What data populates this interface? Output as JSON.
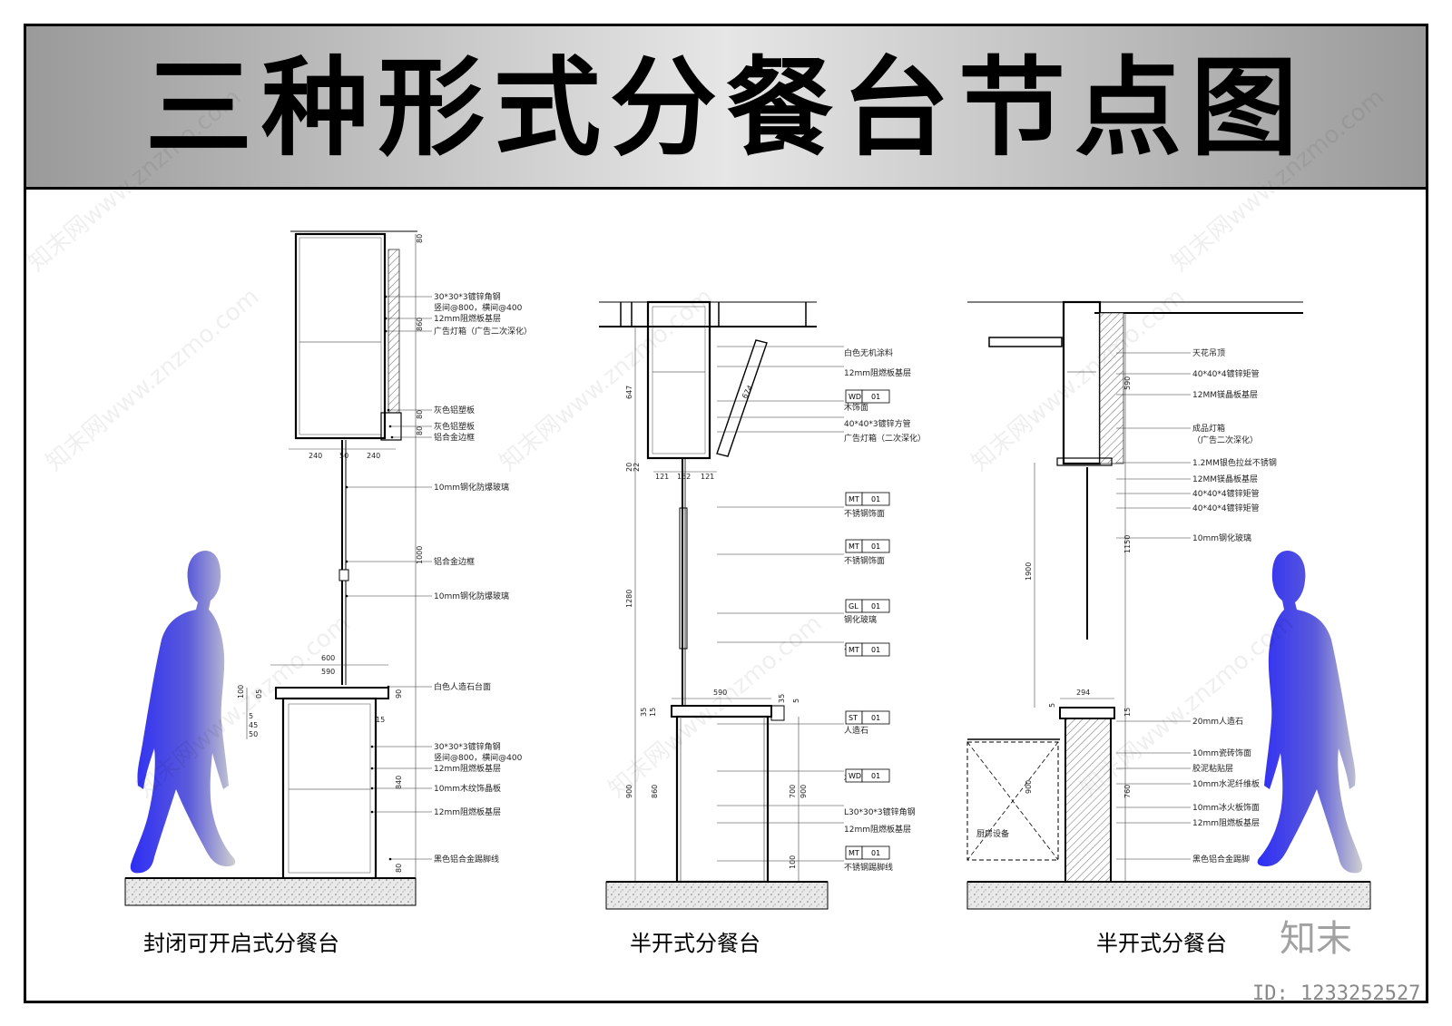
{
  "title": "三种形式分餐台节点图",
  "captions": {
    "left": "封闭可开启式分餐台",
    "middle": "半开式分餐台",
    "right": "半开式分餐台"
  },
  "left_callouts": [
    "30*30*3镀锌角钢",
    "竖间@800，横间@400",
    "12mm阻燃板基层",
    "广告灯箱（广告二次深化）",
    "灰色铝塑板",
    "灰色铝塑板",
    "铝合金边框",
    "10mm钢化防爆玻璃",
    "铝合金边框",
    "10mm钢化防爆玻璃",
    "白色人造石台面",
    "30*30*3镀锌角钢",
    "竖间@800，横间@400",
    "12mm阻燃板基层",
    "10mm木纹饰晶板",
    "12mm阻燃板基层",
    "黑色铝合金踢脚线"
  ],
  "left_dims": [
    "80",
    "860",
    "80",
    "80",
    "240",
    "50",
    "240",
    "1000",
    "600",
    "590",
    "100",
    "05",
    "5",
    "45",
    "50",
    "90",
    "15",
    "840",
    "80"
  ],
  "middle_callouts": [
    "白色无机涂料",
    "12mm阻燃板基层",
    "木饰面",
    "40*40*3镀锌方管",
    "广告灯箱（二次深化）",
    "不锈钢饰面",
    "不锈钢饰面",
    "钢化玻璃",
    "不锈钢饰面",
    "人造石",
    "木饰面",
    "L30*30*3镀锌角钢",
    "12mm阻燃板基层",
    "不锈钢踢脚线"
  ],
  "middle_tags": [
    {
      "code": "WD",
      "num": "01"
    },
    {
      "code": "MT",
      "num": "01"
    },
    {
      "code": "MT",
      "num": "01"
    },
    {
      "code": "GL",
      "num": "01"
    },
    {
      "code": "MT",
      "num": "01"
    },
    {
      "code": "ST",
      "num": "01"
    },
    {
      "code": "WD",
      "num": "01"
    },
    {
      "code": "MT",
      "num": "01"
    }
  ],
  "middle_dims": [
    "647",
    "674",
    "20",
    "22",
    "121",
    "152",
    "121",
    "1280",
    "590",
    "35",
    "15",
    "900",
    "860",
    "700",
    "900",
    "100",
    "35",
    "5"
  ],
  "right_callouts": [
    "天花吊顶",
    "40*40*4镀锌矩管",
    "12MM镁晶板基层",
    "成品灯箱",
    "（广告二次深化）",
    "1.2MM银色拉丝不锈钢",
    "12MM镁晶板基层",
    "40*40*4镀锌矩管",
    "40*40*4镀锌矩管",
    "10mm钢化玻璃",
    "20mm人造石",
    "10mm瓷砖饰面",
    "胶泥粘贴层",
    "10mm水泥纤维板",
    "10mm冰火板饰面",
    "12mm阻燃板基层",
    "黑色铝合金踢脚"
  ],
  "right_dims": [
    "590",
    "1900",
    "1150",
    "294",
    "5",
    "15",
    "900",
    "760"
  ],
  "right_note": "厨房设备",
  "watermarks": [
    "知末网www.znzmo.com"
  ],
  "logo": "知末",
  "id_label": "ID: 1233252527",
  "colors": {
    "human_top": "#c8c8c8",
    "human_mid": "#4b4bd6",
    "human_bottom": "#3a3aff",
    "banner": "#b4b4b4",
    "frame": "#000000"
  }
}
